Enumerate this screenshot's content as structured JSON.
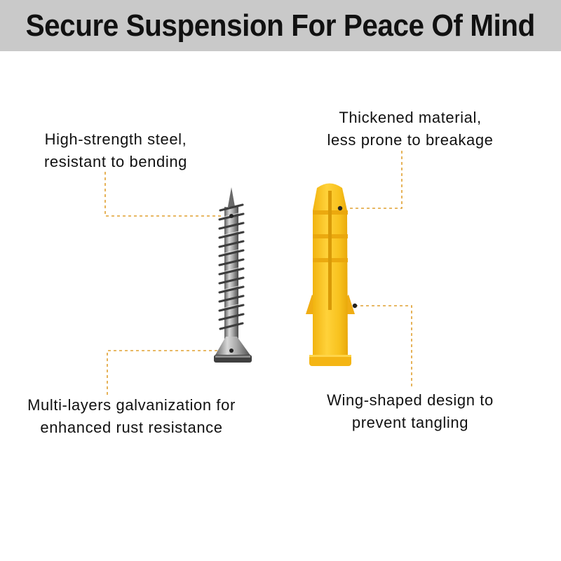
{
  "header": {
    "title": "Secure Suspension For Peace Of Mind"
  },
  "callouts": {
    "steel": {
      "line1": "High-strength steel,",
      "line2": "resistant to bending"
    },
    "thickened": {
      "line1": "Thickened material,",
      "line2": "less prone to breakage"
    },
    "galvanization": {
      "line1": "Multi-layers galvanization for",
      "line2": "enhanced rust resistance"
    },
    "wing": {
      "line1": "Wing-shaped design to",
      "line2": "prevent tangling"
    }
  },
  "colors": {
    "header_bg": "#c9c9c9",
    "leader_line": "#e0a030",
    "anchor_yellow": "#f6c21c",
    "screw_steel": "#9a9a9a"
  }
}
